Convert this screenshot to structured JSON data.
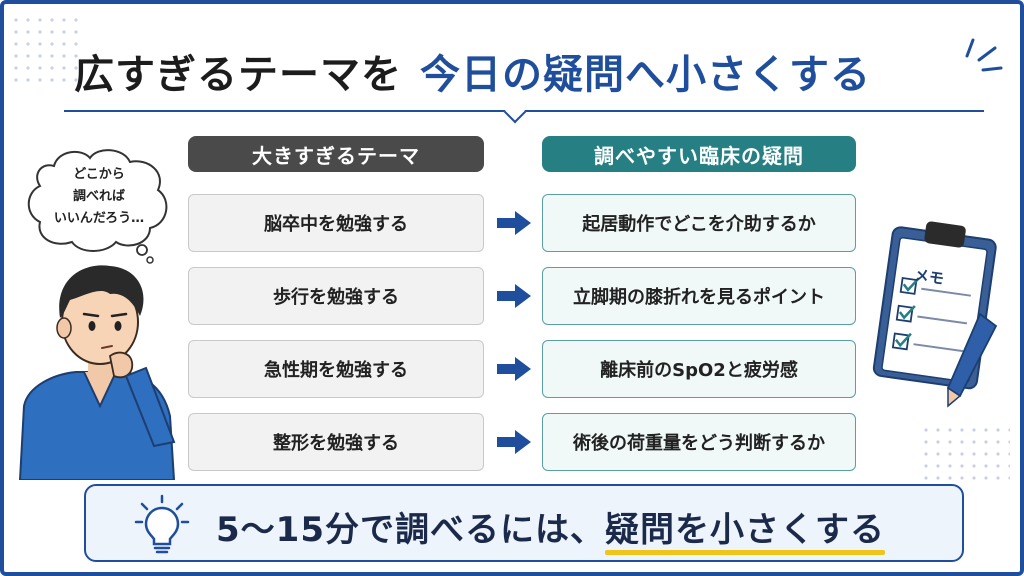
{
  "header": {
    "title_part1": "広すぎるテーマを",
    "title_part2": "今日の疑問へ小さくする"
  },
  "thought_bubble": {
    "line1": "どこから",
    "line2": "調べれば",
    "line3": "いいんだろう…"
  },
  "left_column": {
    "heading": "大きすぎるテーマ",
    "items": [
      "脳卒中を勉強する",
      "歩行を勉強する",
      "急性期を勉強する",
      "整形を勉強する"
    ]
  },
  "right_column": {
    "heading": "調べやすい臨床の疑問",
    "items": [
      "起居動作でどこを介助するか",
      "立脚期の膝折れを見るポイント",
      "離床前のSpO2と疲労感",
      "術後の荷重量をどう判断するか"
    ]
  },
  "clipboard": {
    "label": "メモ"
  },
  "footer": {
    "text_part1": "5〜15分で調べるには、",
    "text_part2": "疑問を小さくする"
  },
  "colors": {
    "primary_blue": "#1f4e9c",
    "teal": "#267f83",
    "dark_gray": "#4a4a4a",
    "highlight_yellow": "#f0c419"
  },
  "icons": [
    "speech-bubble-icon",
    "person-thinking-icon",
    "arrow-right-icon",
    "clipboard-icon",
    "pen-icon",
    "checkbox-icon",
    "lightbulb-icon"
  ]
}
